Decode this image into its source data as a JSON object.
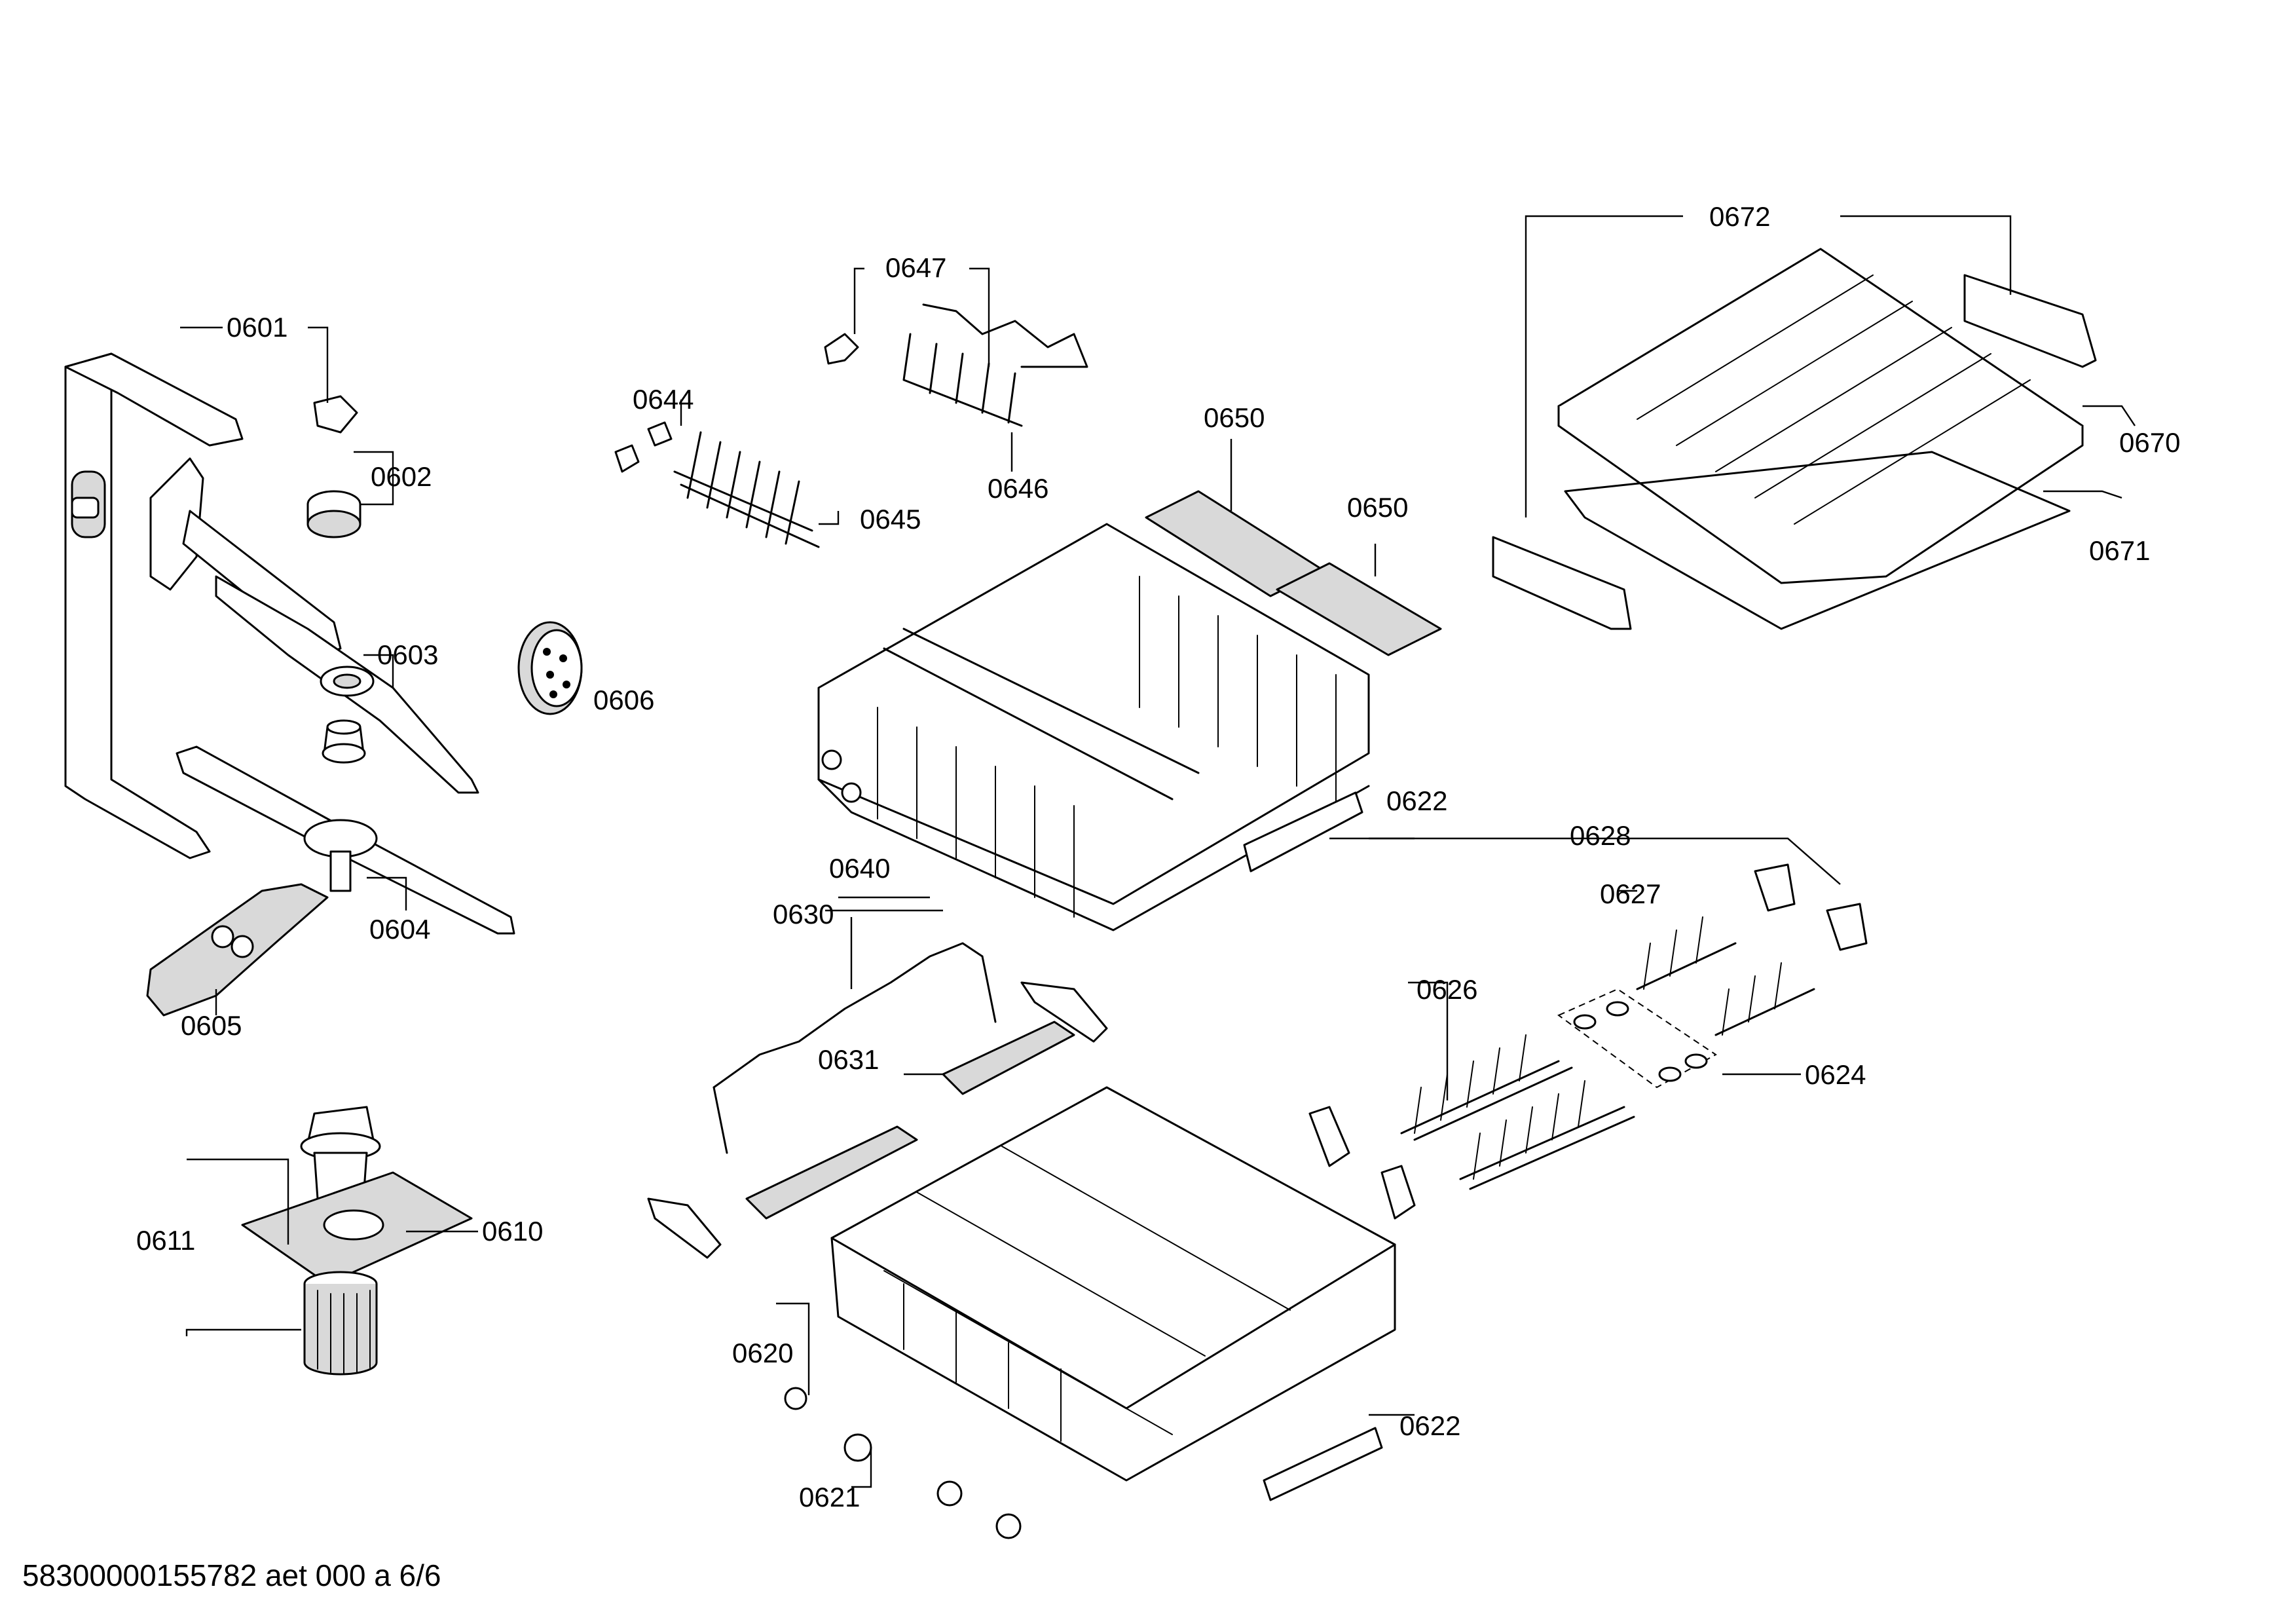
{
  "drawing": {
    "callouts": [
      "0601",
      "0602",
      "0603",
      "0604",
      "0605",
      "0606",
      "0610",
      "0611",
      "0620",
      "0621",
      "0622",
      "0622",
      "0624",
      "0626",
      "0627",
      "0628",
      "0630",
      "0631",
      "0640",
      "0644",
      "0645",
      "0646",
      "0647",
      "0650",
      "0650",
      "0670",
      "0671",
      "0672"
    ],
    "footer": "58300000155782 aet 000 a 6/6"
  }
}
